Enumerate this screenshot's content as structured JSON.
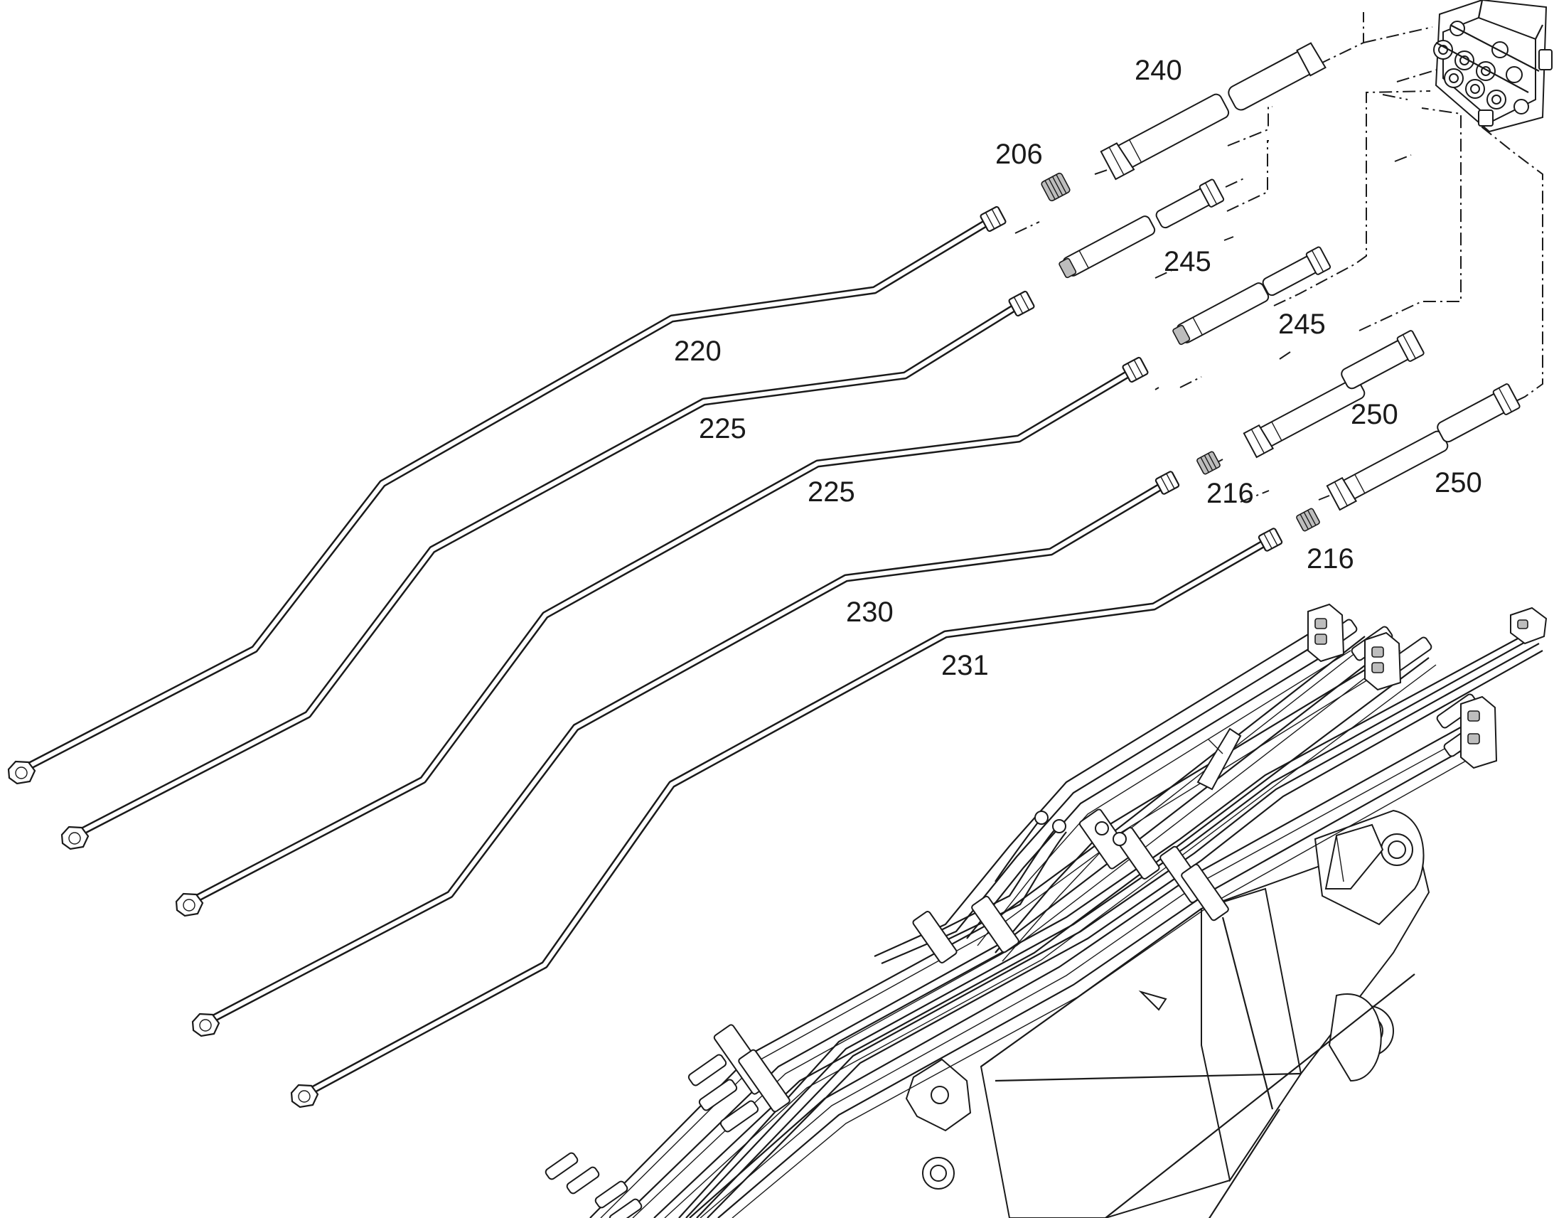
{
  "callouts": {
    "l240": "240",
    "l206": "206",
    "l245a": "245",
    "l245b": "245",
    "l220": "220",
    "l225a": "225",
    "l225b": "225",
    "l250a": "250",
    "l250b": "250",
    "l216a": "216",
    "l216b": "216",
    "l230": "230",
    "l231": "231"
  },
  "colors": {
    "line": "#1a1a1a",
    "background": "#ffffff",
    "shading": "#bdbdbd"
  }
}
